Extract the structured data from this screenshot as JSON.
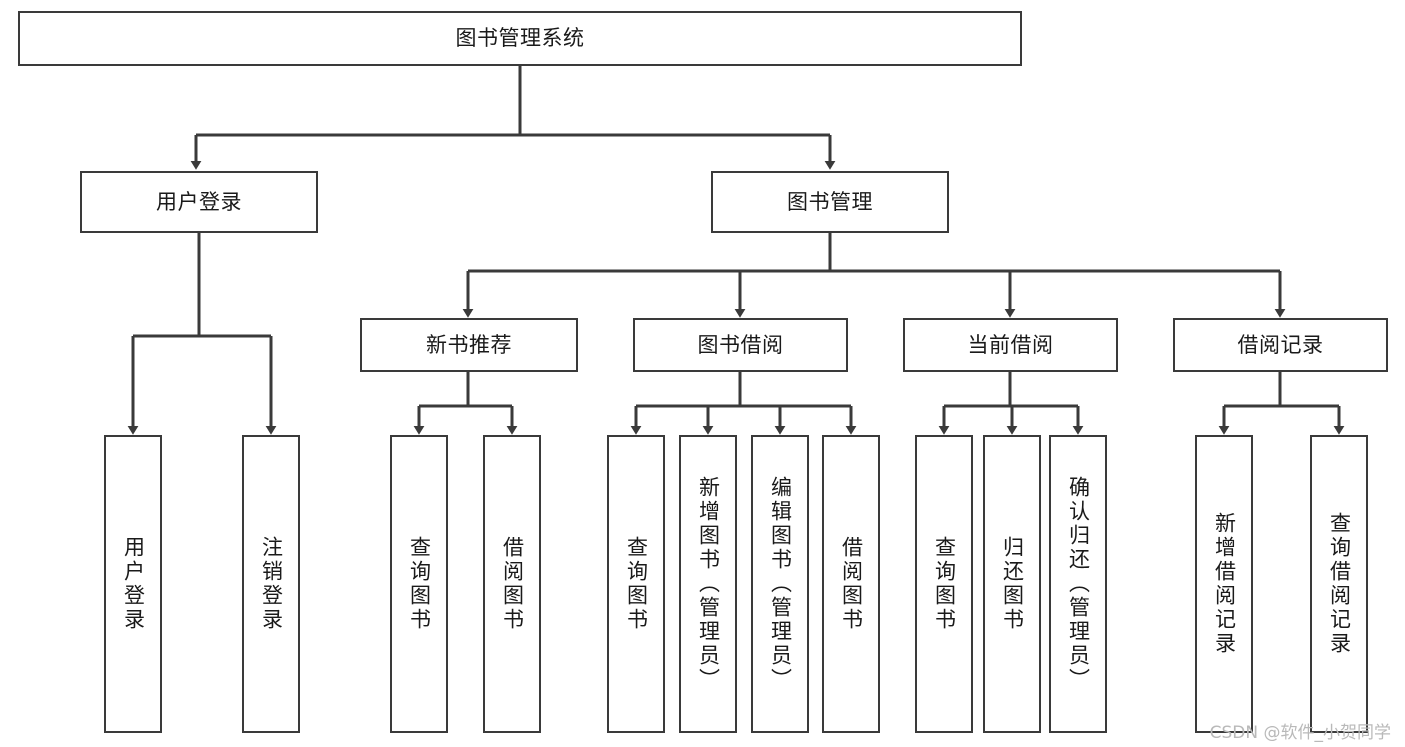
{
  "diagram": {
    "type": "tree-hierarchy",
    "title": "图书管理系统",
    "colors": {
      "stroke": "#3a3a3a",
      "fill": "#ffffff",
      "text": "#1a1a1a",
      "watermark": "#b9b9b9"
    },
    "root": {
      "label": "图书管理系统"
    },
    "level1": [
      {
        "label": "用户登录"
      },
      {
        "label": "图书管理"
      }
    ],
    "level2": [
      {
        "label": "新书推荐"
      },
      {
        "label": "图书借阅"
      },
      {
        "label": "当前借阅"
      },
      {
        "label": "借阅记录"
      }
    ],
    "leaves": {
      "user_login": [
        {
          "label": "用户登录"
        },
        {
          "label": "注销登录"
        }
      ],
      "new_book_recommend": [
        {
          "label": "查询图书"
        },
        {
          "label": "借阅图书"
        }
      ],
      "book_borrow": [
        {
          "label": "查询图书"
        },
        {
          "label": "新增图书（管理员）"
        },
        {
          "label": "编辑图书（管理员）"
        },
        {
          "label": "借阅图书"
        }
      ],
      "current_borrow": [
        {
          "label": "查询图书"
        },
        {
          "label": "归还图书"
        },
        {
          "label": "确认归还（管理员）"
        }
      ],
      "borrow_record": [
        {
          "label": "新增借阅记录"
        },
        {
          "label": "查询借阅记录"
        }
      ]
    }
  },
  "watermark": {
    "text": "CSDN @软件_小贺同学"
  }
}
